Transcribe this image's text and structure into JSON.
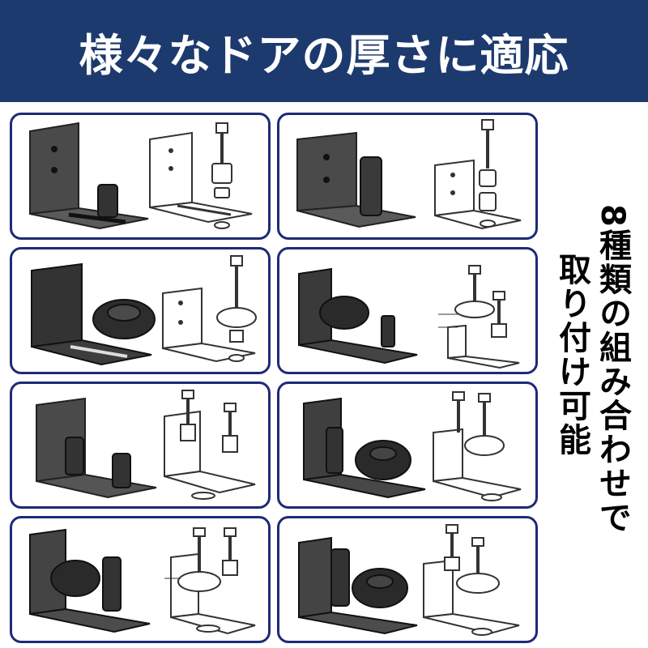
{
  "header": {
    "title": "様々なドアの厚さに適応",
    "background_color": "#1d3a6e",
    "text_color": "#ffffff"
  },
  "side_caption": {
    "line1": "8種類の組み合わせで",
    "line2": "取り付け可能"
  },
  "cards": {
    "border_color": "#1e2a78",
    "count": 8,
    "variants": [
      "single-post",
      "double-post",
      "wheel-large",
      "wheel-with-post",
      "two-posts-inline",
      "wheel-post-pair",
      "wheel-post-front",
      "wheel-double"
    ]
  }
}
